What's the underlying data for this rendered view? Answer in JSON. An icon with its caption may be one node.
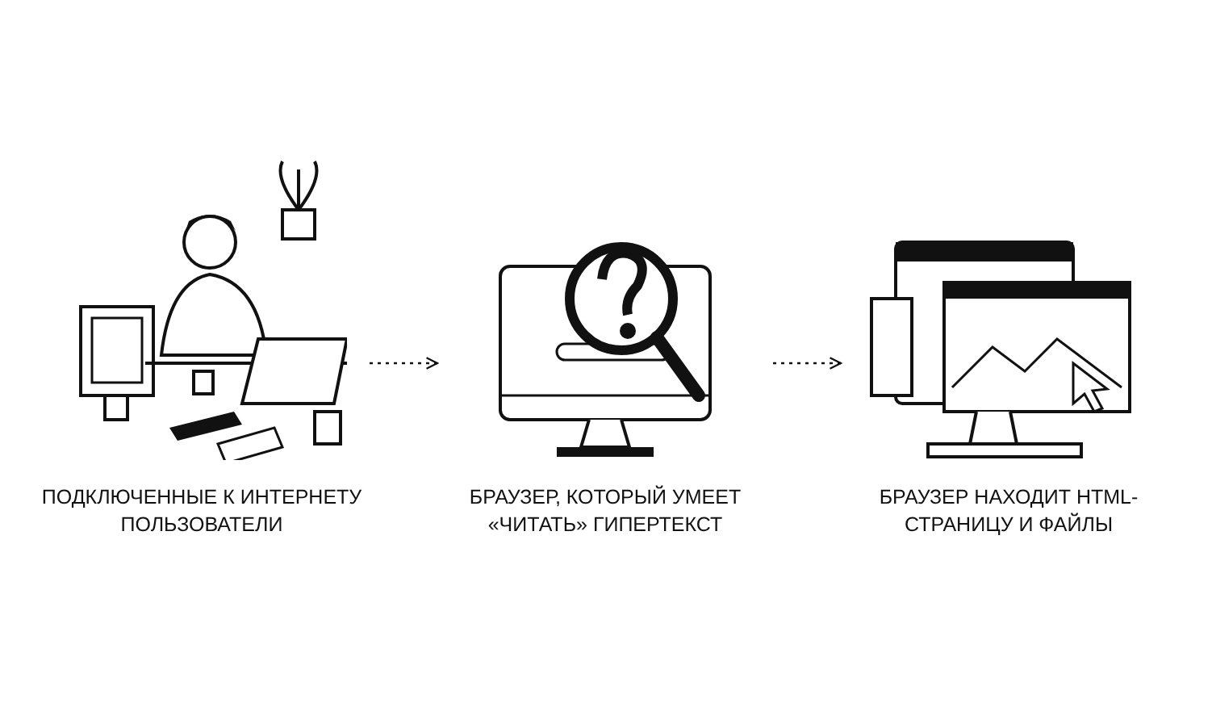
{
  "diagram": {
    "nodes": [
      {
        "text": [
          "ПОДКЛЮЧЕННЫЕ К ИНТЕРНЕТУ ПОЛЬЗОВАТЕЛИ"
        ]
      },
      {
        "text": [
          "БРАУЗЕР, КОТОРЫЙ УМЕЕТ «ЧИТАТЬ» ГИПЕРТЕКСТ"
        ]
      },
      {
        "text": [
          "БРАУЗЕР НАХОДИТ HTML-СТРАНИЦУ И ФАЙЛЫ"
        ]
      }
    ],
    "edges": [
      {
        "from": 0,
        "to": 1,
        "arrow": "to",
        "style": "dashed"
      },
      {
        "from": 1,
        "to": 2,
        "arrow": "to",
        "style": "dashed"
      }
    ]
  }
}
